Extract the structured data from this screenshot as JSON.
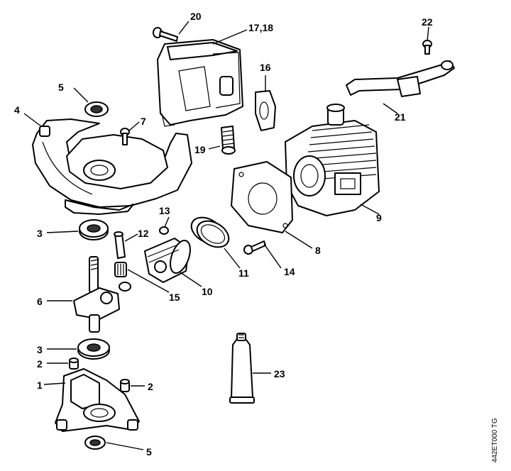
{
  "diagram": {
    "reference_code": "442ET000 TG",
    "callouts": {
      "c1": "1",
      "c2a": "2",
      "c2b": "2",
      "c3a": "3",
      "c3b": "3",
      "c4": "4",
      "c5a": "5",
      "c5b": "5",
      "c6": "6",
      "c7": "7",
      "c8": "8",
      "c9": "9",
      "c10": "10",
      "c11": "11",
      "c12": "12",
      "c13": "13",
      "c14": "14",
      "c15": "15",
      "c16": "16",
      "c17_18": "17,18",
      "c19": "19",
      "c20": "20",
      "c21": "21",
      "c22": "22",
      "c23": "23"
    }
  }
}
